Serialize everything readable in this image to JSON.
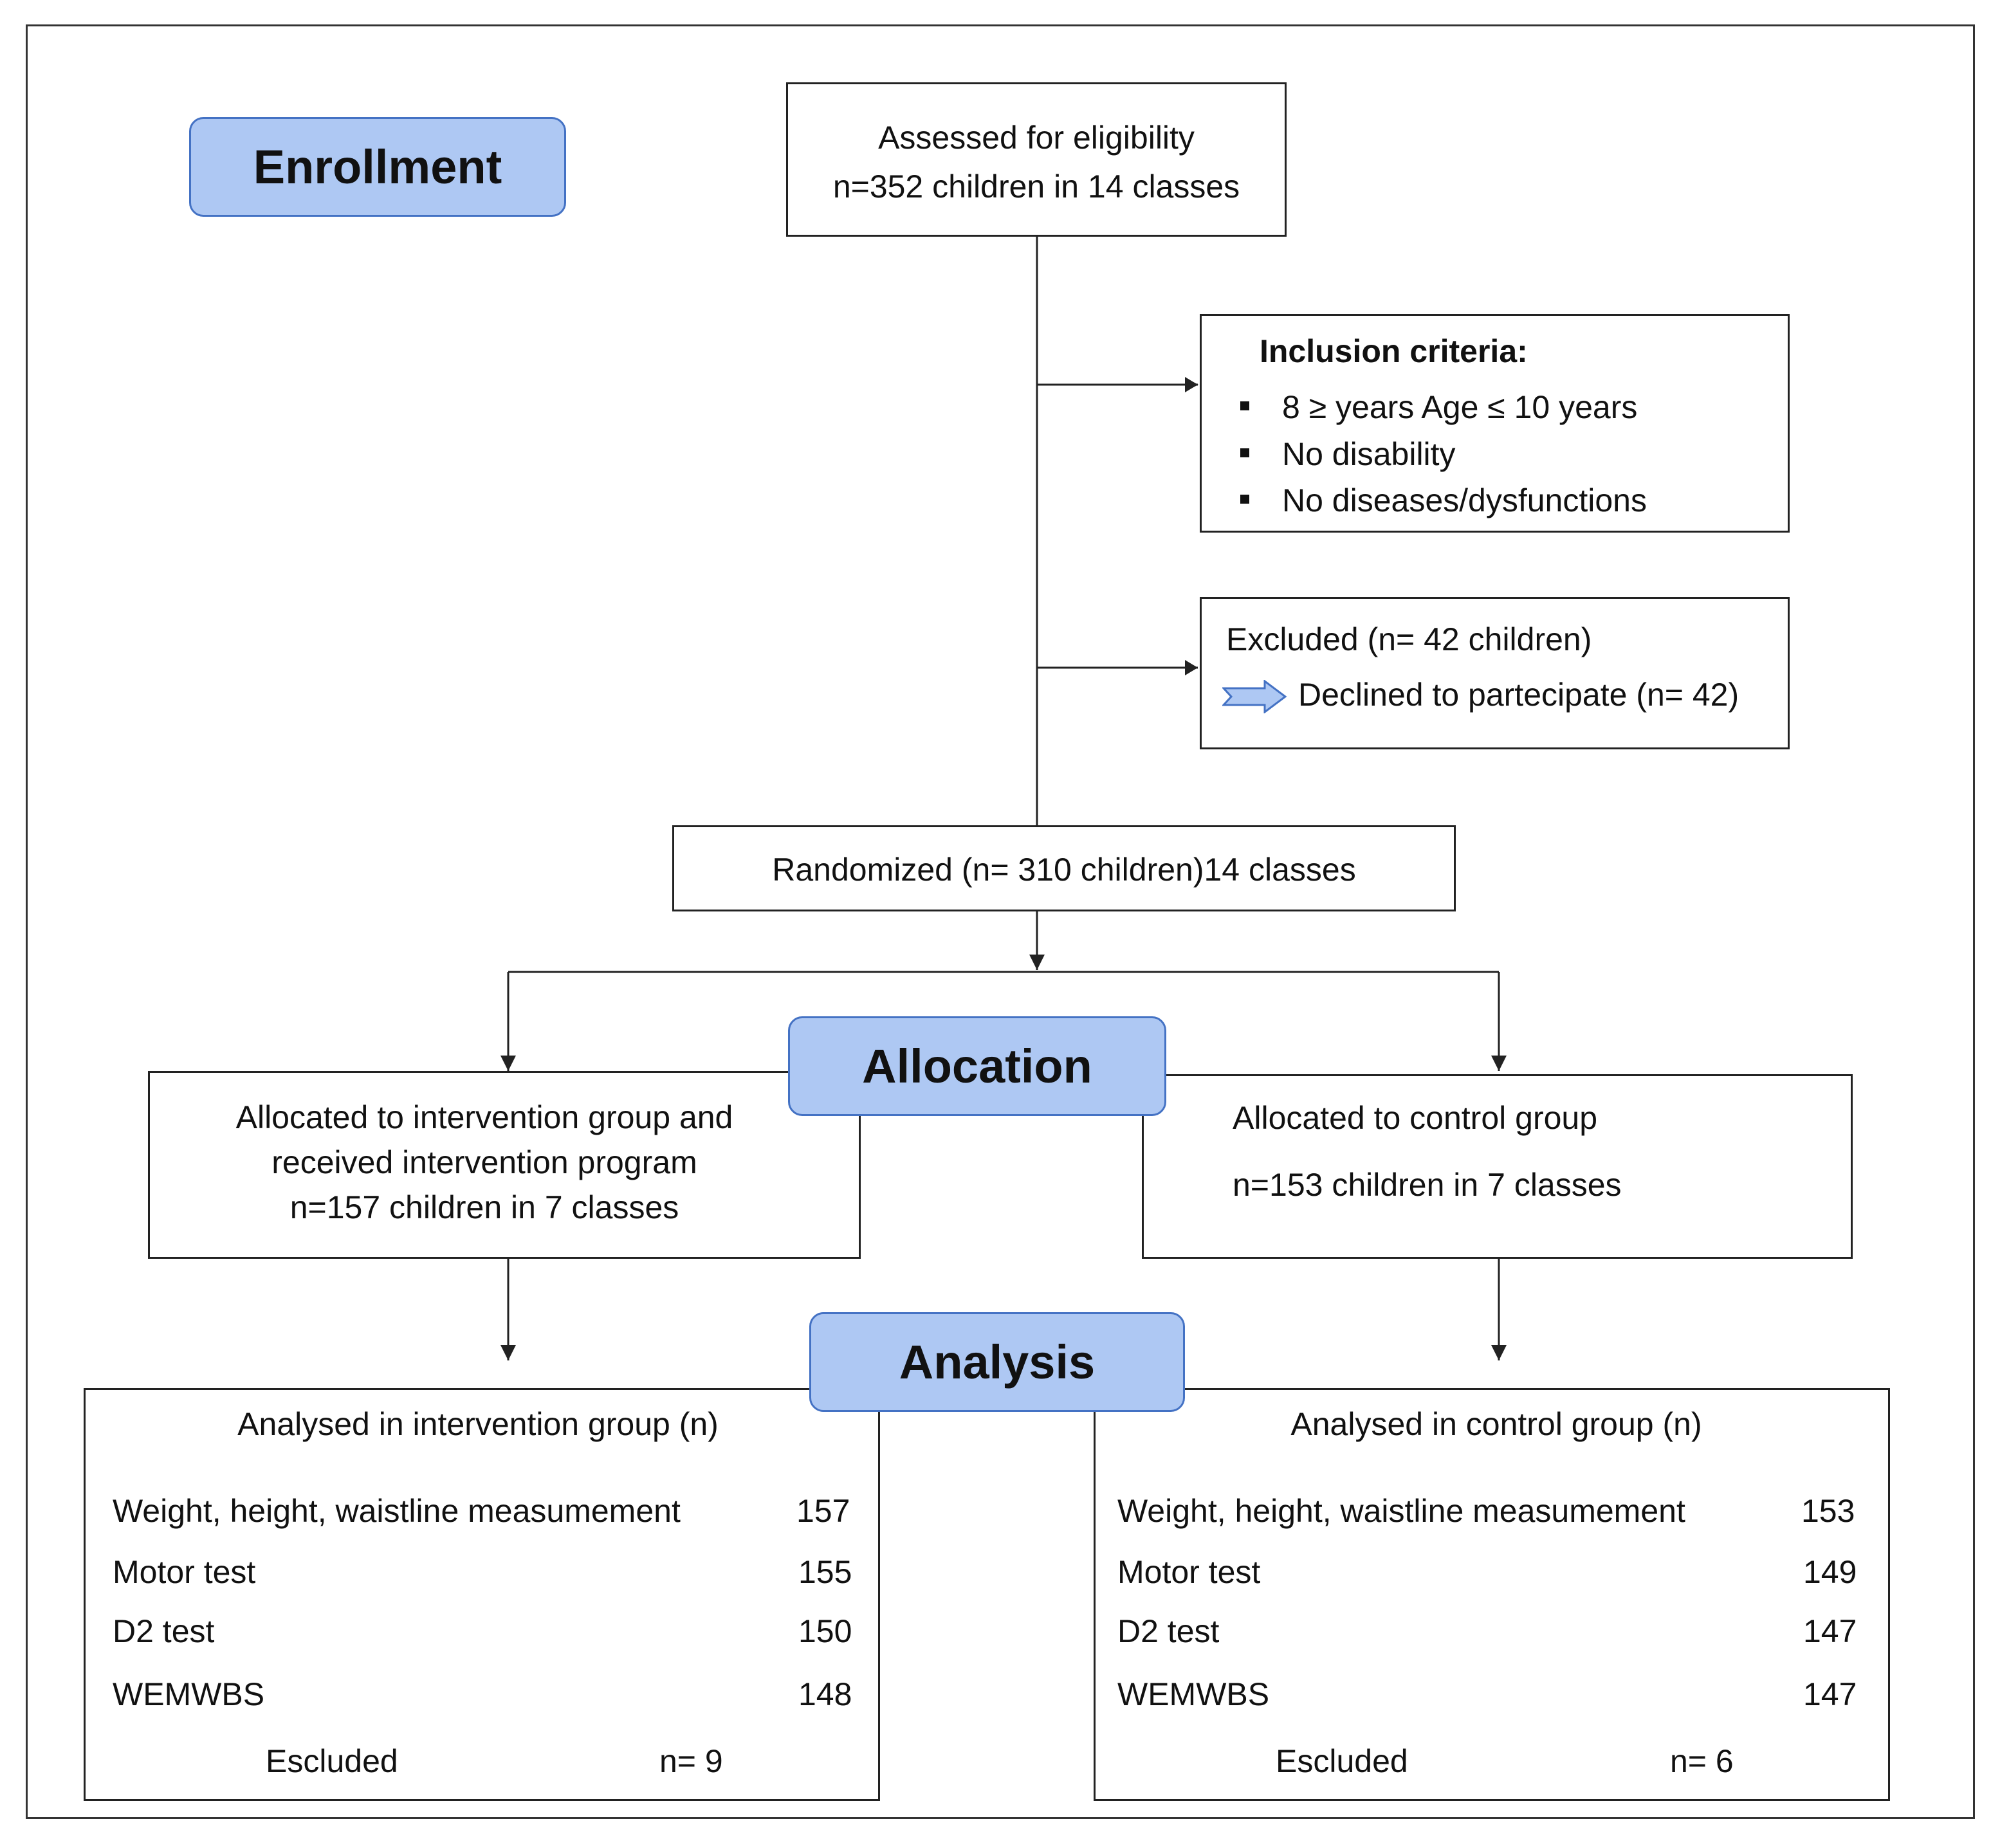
{
  "labels": {
    "enrollment": "Enrollment",
    "allocation": "Allocation",
    "analysis": "Analysis"
  },
  "assessed": {
    "line1": "Assessed for eligibility",
    "line2": "n=352 children in 14 classes"
  },
  "inclusion": {
    "title": "Inclusion criteria:",
    "items": [
      "8 ≥ years Age ≤ 10 years",
      "No disability",
      "No diseases/dysfunctions"
    ]
  },
  "excluded": {
    "line1": "Excluded (n= 42 children)",
    "line2": "Declined to partecipate (n= 42)"
  },
  "randomized": "Randomized (n= 310 children)14 classes",
  "intervention": {
    "line1": "Allocated to intervention group and",
    "line2": "received intervention program",
    "line3": "n=157 children in 7 classes"
  },
  "control": {
    "line1": "Allocated to control group",
    "line2": "n=153 children in 7 classes"
  },
  "analysis_intervention": {
    "title": "Analysed in intervention group (n)",
    "rows": [
      {
        "label": "Weight, height, waistline measumement",
        "value": "157"
      },
      {
        "label": "Motor test",
        "value": "155"
      },
      {
        "label": "D2 test",
        "value": "150"
      },
      {
        "label": "WEMWBS",
        "value": "148"
      }
    ],
    "excluded_label": "Escluded",
    "excluded_value": "n= 9"
  },
  "analysis_control": {
    "title": "Analysed in control group (n)",
    "rows": [
      {
        "label": "Weight, height, waistline measumement",
        "value": "153"
      },
      {
        "label": "Motor test",
        "value": "149"
      },
      {
        "label": "D2 test",
        "value": "147"
      },
      {
        "label": "WEMWBS",
        "value": "147"
      }
    ],
    "excluded_label": "Escluded",
    "excluded_value": "n= 6"
  },
  "colors": {
    "label_fill": "#aec8f3",
    "label_border": "#4472c4",
    "line": "#222222"
  }
}
